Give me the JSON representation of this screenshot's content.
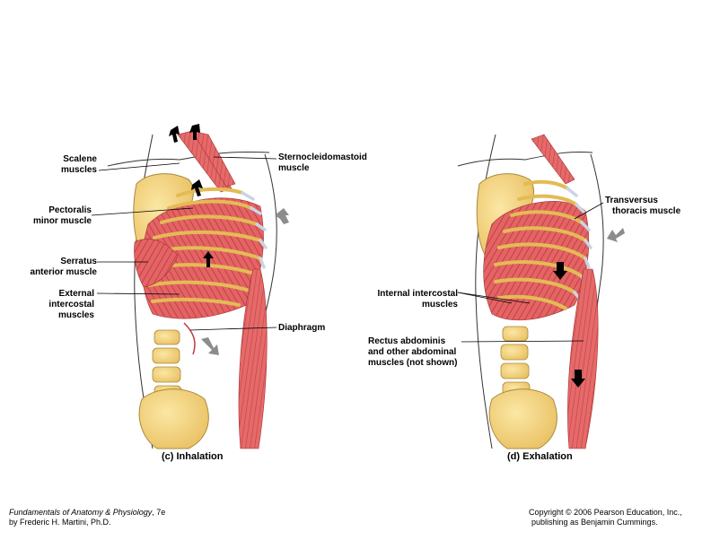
{
  "inhalation": {
    "caption": "(c) Inhalation",
    "labels": {
      "scalene_1": "Scalene",
      "scalene_2": "muscles",
      "pectoralis_1": "Pectoralis",
      "pectoralis_2": "minor muscle",
      "serratus_1": "Serratus",
      "serratus_2": "anterior muscle",
      "external_1": "External",
      "external_2": "intercostal",
      "external_3": "muscles",
      "sterno_1": "Sternocleidomastoid",
      "sterno_2": "muscle",
      "diaphragm": "Diaphragm"
    }
  },
  "exhalation": {
    "caption": "(d) Exhalation",
    "labels": {
      "transversus_1": "Transversus",
      "transversus_2": "thoracis muscle",
      "internal_1": "Internal intercostal",
      "internal_2": "muscles",
      "rectus_1": "Rectus abdominis",
      "rectus_2": "and other abdominal",
      "rectus_3": "muscles (not shown)"
    }
  },
  "footer": {
    "book_title": "Fundamentals of Anatomy & Physiology",
    "edition": ", 7e",
    "author": "by Frederic H. Martini, Ph.D.",
    "copyright": "Copyright © 2006 Pearson Education, Inc.,",
    "publisher": "publishing as Benjamin Cummings."
  },
  "colors": {
    "bone": "#f2d27a",
    "bone_outline": "#a88a3c",
    "muscle": "#e2595a",
    "muscle_dark": "#b83a3c",
    "cartilage": "#c9d6e2",
    "arrow": "#000000",
    "gray_arrow": "#8c8c8c"
  }
}
